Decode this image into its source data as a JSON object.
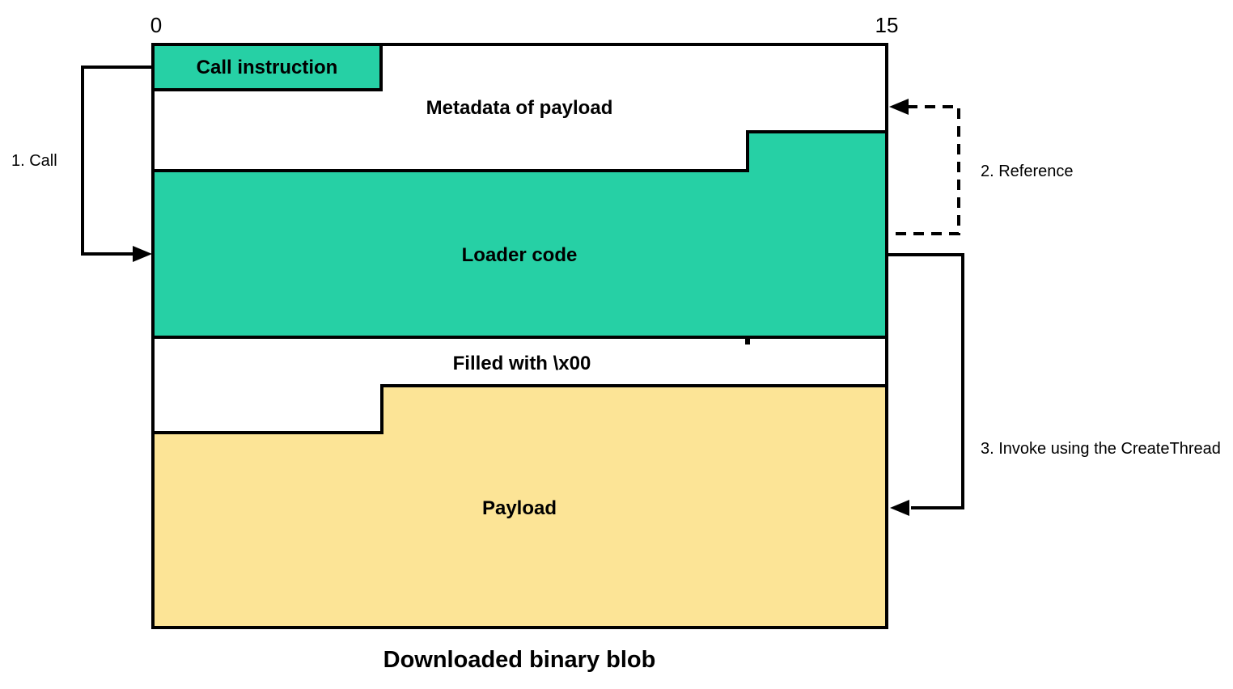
{
  "diagram": {
    "caption": "Downloaded binary blob",
    "ruler": {
      "start": "0",
      "end": "15"
    },
    "blocks": {
      "call_instruction": "Call instruction",
      "metadata": "Metadata of payload",
      "loader": "Loader code",
      "filler": "Filled with \\x00",
      "payload": "Payload"
    },
    "arrows": {
      "call": "1. Call",
      "reference": "2. Reference",
      "invoke": "3. Invoke using the CreateThread"
    },
    "colors": {
      "teal": "#26D0A5",
      "yellow": "#FCE496",
      "line": "#000000",
      "background": "#FFFFFF"
    }
  }
}
